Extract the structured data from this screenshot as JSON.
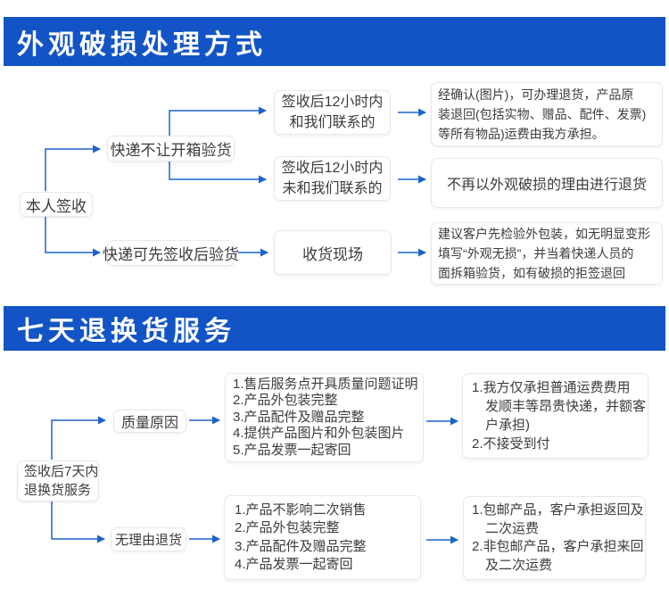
{
  "palette": {
    "header_bg": "#1254C6",
    "header_text": "#FFFFFF",
    "arrow_color": "#1B63CC",
    "box_border": "#E9E9E9",
    "text_color": "#3C3C3C"
  },
  "damage_section": {
    "header": "外观破损处理方式",
    "nodes": {
      "root": "本人签收",
      "no_open_inspect": "快递不让开箱验货",
      "sign_then_inspect": "快递可先签收后验货",
      "contact_12h": [
        "签收后12小时内",
        "和我们联系的"
      ],
      "no_contact_12h": [
        "签收后12小时内",
        "未和我们联系的"
      ],
      "receive_site": "收货现场"
    },
    "outcomes": {
      "contact_12h": [
        "经确认(图片)，可办理退货，产品原",
        "装退回(包括实物、赠品、配件、发票)",
        "等所有物品)运费由我方承担。"
      ],
      "no_contact_12h": "不再以外观破损的理由进行退货",
      "receive_site": [
        "建议客户先检验外包装，如无明显变形",
        "填写“外观无损”，并当着快递人员的",
        "面拆箱验货，如有破损的拒签退回"
      ]
    }
  },
  "return_section": {
    "header": "七天退换货服务",
    "nodes": {
      "root": [
        "签收后7天内",
        "退换货服务"
      ],
      "quality": "质量原因",
      "no_reason": "无理由退货"
    },
    "quality_conditions": [
      "1.售后服务点开具质量问题证明",
      "2.产品外包装完整",
      "3.产品配件及赠品完整",
      "4.提供产品图片和外包装图片",
      "5.产品发票一起寄回"
    ],
    "quality_outcome": [
      "1.我方仅承担普通运费费用",
      "　发顺丰等昂贵快递，并额客",
      "　户承担)",
      "2.不接受到付"
    ],
    "no_reason_conditions": [
      "1.产品不影响二次销售",
      "2.产品外包装完整",
      "3.产品配件及赠品完整",
      "4.产品发票一起寄回"
    ],
    "no_reason_outcome": [
      "1.包邮产品，客户承担返回及",
      "　二次运费",
      "2.非包邮产品，客户承担来回",
      "　及二次运费"
    ]
  }
}
